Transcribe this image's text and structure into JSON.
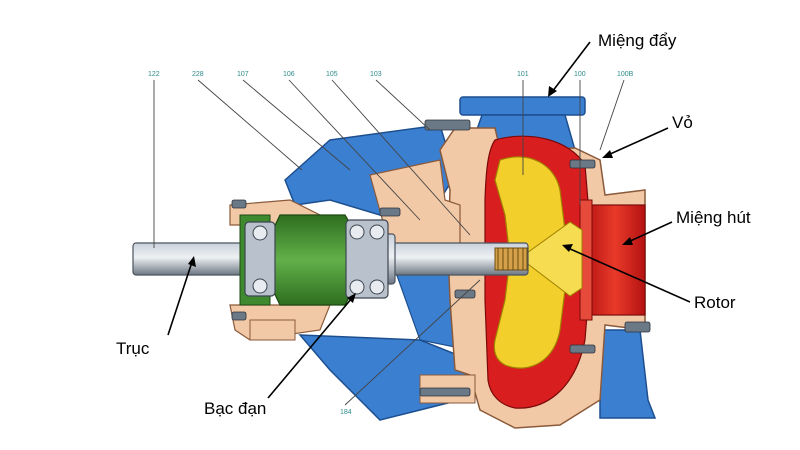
{
  "diagram": {
    "part_numbers": [
      "122",
      "228",
      "107",
      "106",
      "105",
      "103",
      "101",
      "100",
      "100B",
      "184"
    ],
    "callouts": {
      "discharge": "Miệng đẩy",
      "casing": "Vỏ",
      "suction": "Miệng hút",
      "rotor": "Rotor",
      "shaft": "Trục",
      "bearing": "Bạc đạn"
    },
    "colors": {
      "frame_blue": "#3b7fd1",
      "casing_beige": "#f2c9a6",
      "impeller_red": "#d81e1e",
      "rotor_yellow": "#f2cf2a",
      "bearing_green": "#3f8a2e",
      "shaft_gray": "#9aa6b3",
      "leader_teal": "#2e8b8b"
    }
  }
}
